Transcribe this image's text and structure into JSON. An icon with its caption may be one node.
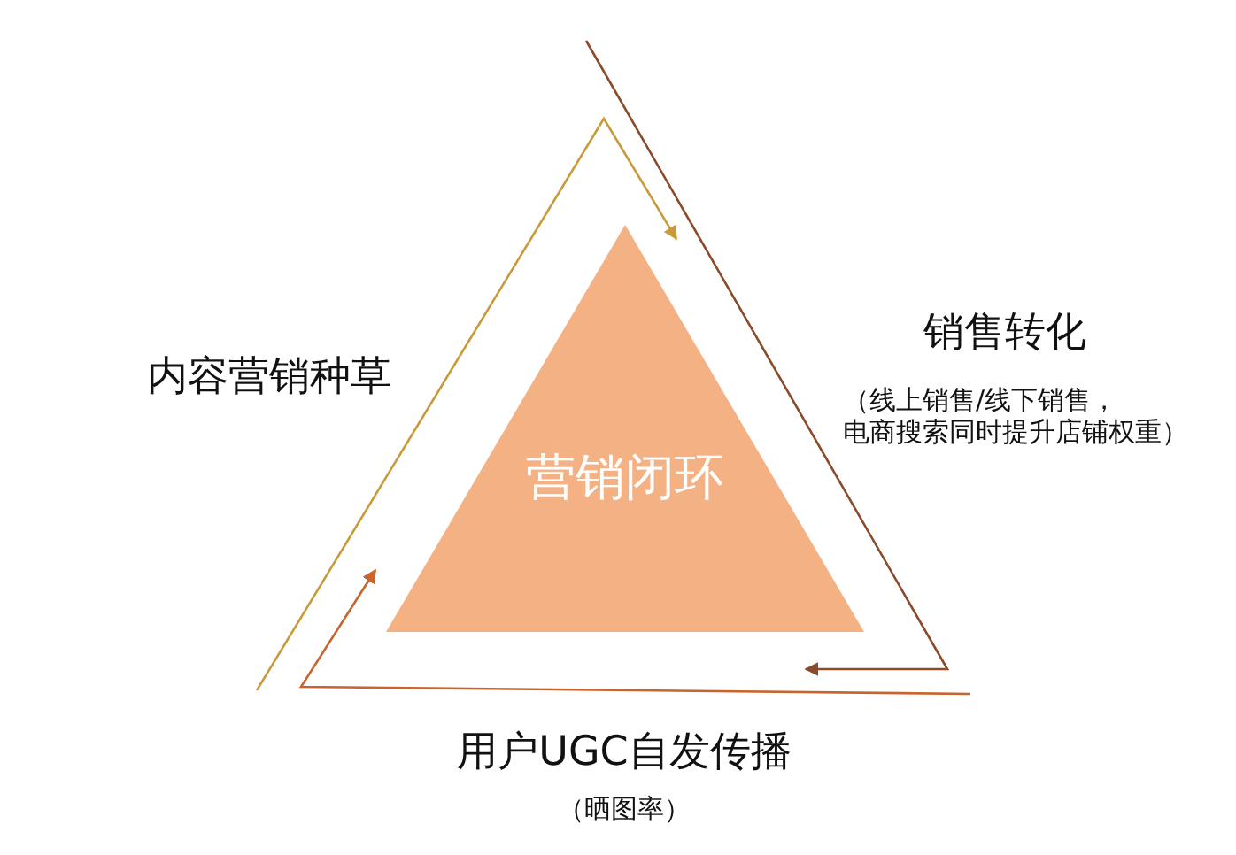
{
  "diagram": {
    "nodes": [
      {
        "text": [
          "营销闭环"
        ]
      }
    ],
    "labels": [
      "内容营销种草",
      "销售转化",
      "（线上销售/线下销售，电商搜索同时提升店铺权重）",
      "用户UGC自发传播",
      "（晒图率）"
    ]
  }
}
